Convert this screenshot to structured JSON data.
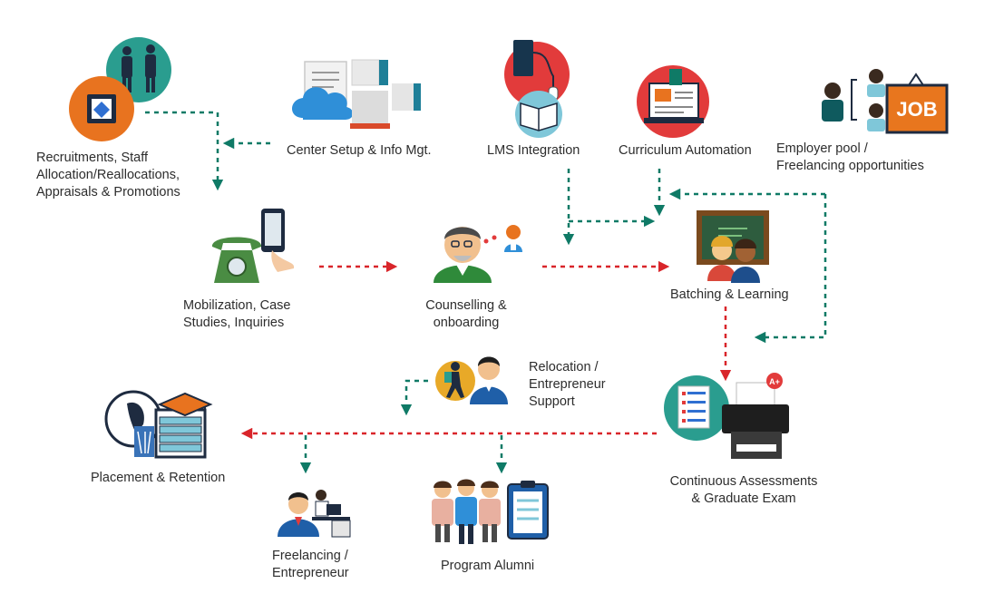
{
  "nodes": {
    "recruitments": {
      "label": "Recruitments, Staff\nAllocation/Reallocations,\nAppraisals & Promotions",
      "icon": "staff-people-icon"
    },
    "center_setup": {
      "label": "Center Setup & Info Mgt.",
      "icon": "cloud-servers-icon"
    },
    "lms": {
      "label": "LMS Integration",
      "icon": "tablet-book-icon"
    },
    "curriculum": {
      "label": "Curriculum Automation",
      "icon": "laptop-content-icon"
    },
    "employer": {
      "label": "Employer pool /\nFreelancing opportunities",
      "icon": "job-sign-icon",
      "sign_text": "JOB"
    },
    "mobilization": {
      "label": "Mobilization, Case\nStudies, Inquiries",
      "icon": "telephone-mobile-icon"
    },
    "counselling": {
      "label": "Counselling &\nonboarding",
      "icon": "counsellor-icon"
    },
    "batching": {
      "label": "Batching & Learning",
      "icon": "classroom-icon"
    },
    "relocation": {
      "label": "Relocation /\nEntrepreneur\nSupport",
      "icon": "relocation-icon"
    },
    "placement": {
      "label": "Placement & Retention",
      "icon": "graduation-money-icon"
    },
    "assessments": {
      "label": "Continuous Assessments\n& Graduate Exam",
      "icon": "printer-document-icon",
      "badge_text": "A+"
    },
    "freelancing": {
      "label": "Freelancing /\nEntrepreneur",
      "icon": "freelancer-desk-icon"
    },
    "alumni": {
      "label": "Program Alumni",
      "icon": "alumni-clipboard-icon"
    }
  },
  "colors": {
    "teal_flow": "#0f7a66",
    "red_flow": "#d9252a",
    "orange": "#e8731f",
    "red_circle": "#e23b3b",
    "light_blue": "#7fc7d9",
    "job_orange": "#e8761e"
  }
}
